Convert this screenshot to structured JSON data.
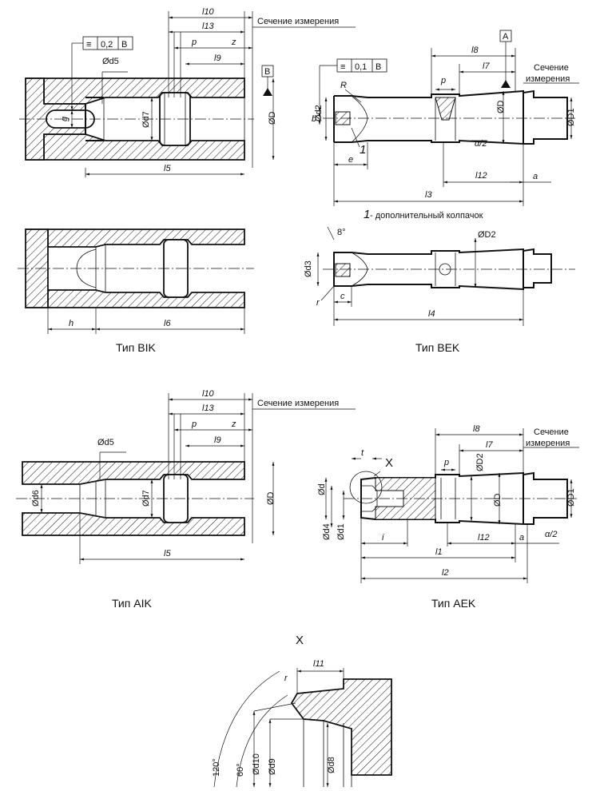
{
  "section_label": "Сечение измерения",
  "section_label_split": [
    "Сечение",
    "измерения"
  ],
  "captions": {
    "bik": "Тип BIK",
    "bek": "Тип BEK",
    "aik": "Тип AIK",
    "aek": "Тип AEK",
    "detail": "X"
  },
  "note_cap": {
    "number": "1",
    "text": " - дополнительный колпачок"
  },
  "tolerance_frames": {
    "bik": {
      "symbol": "≡",
      "value": "0,2",
      "datum": "B"
    },
    "bek": {
      "symbol": "≡",
      "value": "0,1",
      "datum": "B"
    }
  },
  "datums": {
    "bik": "B",
    "bek": "A"
  },
  "dims": {
    "l1": "l1",
    "l2": "l2",
    "l3": "l3",
    "l4": "l4",
    "l5": "l5",
    "l6": "l6",
    "l7": "l7",
    "l8": "l8",
    "l9": "l9",
    "l10": "l10",
    "l11": "l11",
    "l12": "l12",
    "l13": "l13",
    "p": "p",
    "z": "z",
    "h": "h",
    "e": "e",
    "c": "c",
    "a": "a",
    "b": "b",
    "g": "g",
    "t": "t",
    "i": "i",
    "r": "r",
    "R": "R",
    "alpha2": "α/2",
    "ang8": "8°",
    "ang60": "60°",
    "ang120": "120°",
    "D": "ØD",
    "D1": "ØD1",
    "D2": "ØD2",
    "d": "Ød",
    "d1": "Ød1",
    "d2": "Ød2",
    "d3": "Ød3",
    "d4": "Ød4",
    "d5": "Ød5",
    "d6": "Ød6",
    "d7": "Ød7",
    "d8": "Ød8",
    "d9": "Ød9",
    "d10": "Ød10"
  }
}
